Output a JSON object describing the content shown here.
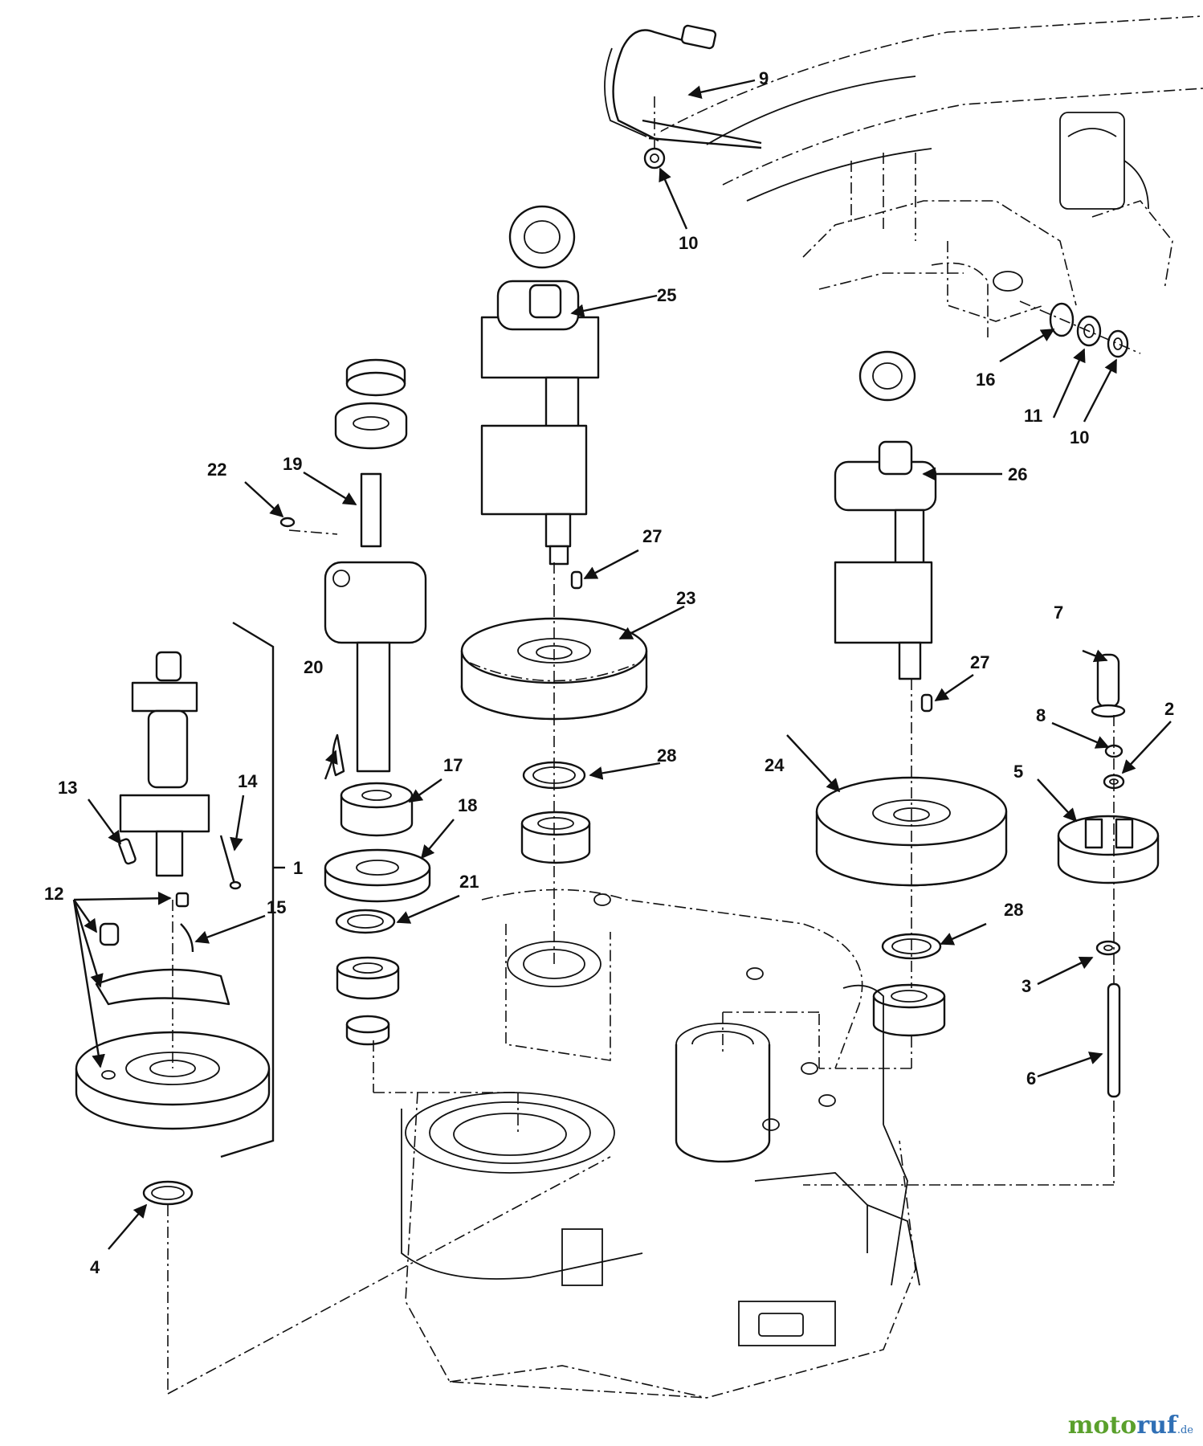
{
  "callouts": [
    {
      "id": "c1",
      "label": "1"
    },
    {
      "id": "c2",
      "label": "2"
    },
    {
      "id": "c3",
      "label": "3"
    },
    {
      "id": "c4",
      "label": "4"
    },
    {
      "id": "c5",
      "label": "5"
    },
    {
      "id": "c6",
      "label": "6"
    },
    {
      "id": "c7",
      "label": "7"
    },
    {
      "id": "c8",
      "label": "8"
    },
    {
      "id": "c9",
      "label": "9"
    },
    {
      "id": "c10a",
      "label": "10"
    },
    {
      "id": "c10b",
      "label": "10"
    },
    {
      "id": "c11",
      "label": "11"
    },
    {
      "id": "c12",
      "label": "12"
    },
    {
      "id": "c13",
      "label": "13"
    },
    {
      "id": "c14",
      "label": "14"
    },
    {
      "id": "c15",
      "label": "15"
    },
    {
      "id": "c16",
      "label": "16"
    },
    {
      "id": "c17",
      "label": "17"
    },
    {
      "id": "c18",
      "label": "18"
    },
    {
      "id": "c19",
      "label": "19"
    },
    {
      "id": "c20",
      "label": "20"
    },
    {
      "id": "c21",
      "label": "21"
    },
    {
      "id": "c22",
      "label": "22"
    },
    {
      "id": "c23",
      "label": "23"
    },
    {
      "id": "c24",
      "label": "24"
    },
    {
      "id": "c25",
      "label": "25"
    },
    {
      "id": "c26",
      "label": "26"
    },
    {
      "id": "c27a",
      "label": "27"
    },
    {
      "id": "c27b",
      "label": "27"
    },
    {
      "id": "c28a",
      "label": "28"
    },
    {
      "id": "c28b",
      "label": "28"
    }
  ],
  "watermark": {
    "part1": "moto",
    "part2": "ruf",
    "suffix": ".de"
  }
}
